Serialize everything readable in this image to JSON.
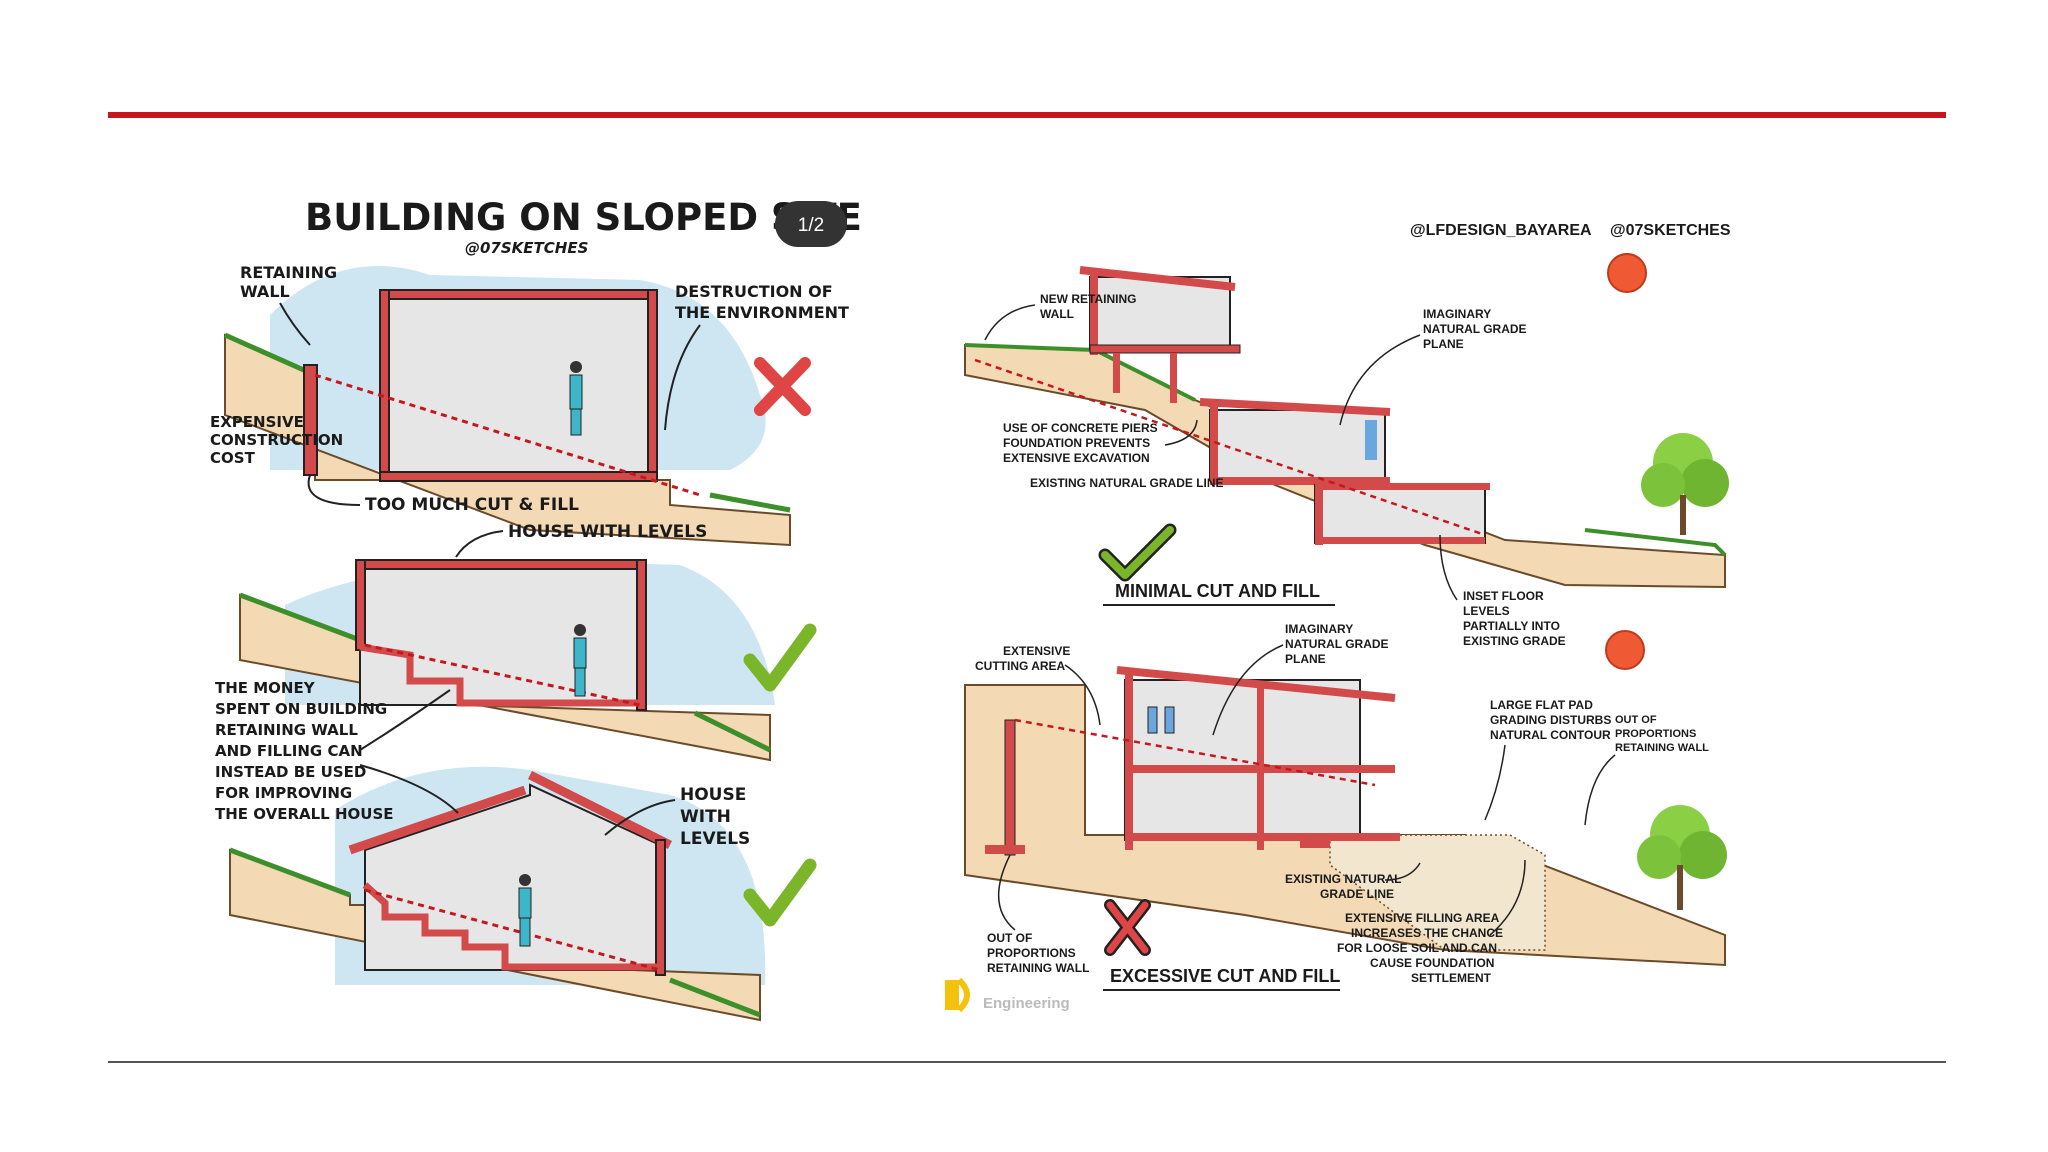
{
  "slide": {
    "accent_color": "#c8161d",
    "rule_color": "#555555"
  },
  "left_panel": {
    "title": "BUILDING ON SLOPED SITE",
    "handle": "@07SKETCHES",
    "page_badge": "1/2",
    "scene1": {
      "verdict_icon": "cross-icon",
      "labels": {
        "retaining_wall_1": "RETAINING",
        "retaining_wall_2": "WALL",
        "destruction_1": "DESTRUCTION OF",
        "destruction_2": "THE ENVIRONMENT",
        "cost_1": "EXPENSIVE",
        "cost_2": "CONSTRUCTION",
        "cost_3": "COST",
        "cut_fill": "TOO MUCH CUT & FILL"
      }
    },
    "scene2": {
      "verdict_icon": "check-icon",
      "labels": {
        "house_levels": "HOUSE WITH LEVELS"
      }
    },
    "scene3": {
      "verdict_icon": "check-icon",
      "labels": {
        "money_1": "THE MONEY",
        "money_2": "SPENT ON BUILDING",
        "money_3": "RETAINING WALL",
        "money_4": "AND FILLING CAN",
        "money_5": "INSTEAD BE USED",
        "money_6": "FOR IMPROVING",
        "money_7": "THE OVERALL HOUSE",
        "house_levels_1": "HOUSE",
        "house_levels_2": "WITH",
        "house_levels_3": "LEVELS"
      }
    }
  },
  "right_panel": {
    "credit_1": "@LFDESIGN_BAYAREA",
    "credit_2": "@07SKETCHES",
    "sun_color": "#ef5a35",
    "top_scene": {
      "caption": "MINIMAL CUT AND FILL",
      "verdict_icon": "check-icon",
      "labels": {
        "new_wall_1": "NEW RETAINING",
        "new_wall_2": "WALL",
        "grade_plane_1": "IMAGINARY",
        "grade_plane_2": "NATURAL GRADE",
        "grade_plane_3": "PLANE",
        "piers_1": "USE OF CONCRETE PIERS",
        "piers_2": "FOUNDATION PREVENTS",
        "piers_3": "EXTENSIVE EXCAVATION",
        "grade_line": "EXISTING NATURAL GRADE LINE",
        "inset_1": "INSET FLOOR",
        "inset_2": "LEVELS",
        "inset_3": "PARTIALLY INTO",
        "inset_4": "EXISTING GRADE"
      }
    },
    "bottom_scene": {
      "caption": "EXCESSIVE CUT AND FILL",
      "verdict_icon": "cross-icon",
      "labels": {
        "cutting_1": "EXTENSIVE",
        "cutting_2": "CUTTING AREA",
        "grade_plane_1": "IMAGINARY",
        "grade_plane_2": "NATURAL GRADE",
        "grade_plane_3": "PLANE",
        "flat_pad_1": "LARGE FLAT PAD",
        "flat_pad_2": "GRADING DISTURBS",
        "flat_pad_3": "NATURAL CONTOUR",
        "out_prop_r_1": "OUT OF",
        "out_prop_r_2": "PROPORTIONS",
        "out_prop_r_3": "RETAINING WALL",
        "grade_line_1": "EXISTING NATURAL",
        "grade_line_2": "GRADE LINE",
        "filling_1": "EXTENSIVE FILLING AREA",
        "filling_2": "INCREASES THE CHANCE",
        "filling_3": "FOR LOOSE SOIL AND CAN",
        "filling_4": "CAUSE FOUNDATION",
        "filling_5": "SETTLEMENT",
        "out_prop_l_1": "OUT OF",
        "out_prop_l_2": "PROPORTIONS",
        "out_prop_l_3": "RETAINING WALL"
      }
    },
    "watermark": {
      "icon": "engineering-logo-icon",
      "text": "Engineering"
    }
  }
}
